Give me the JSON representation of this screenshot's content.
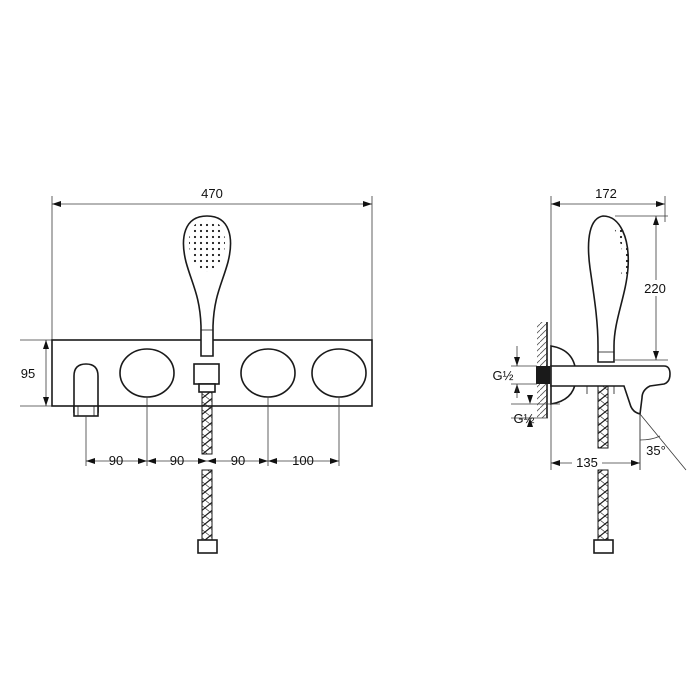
{
  "front_view": {
    "overall_width": "470",
    "height": "95",
    "spacing_1": "90",
    "spacing_2": "90",
    "spacing_3": "90",
    "spacing_4": "100"
  },
  "side_view": {
    "depth": "172",
    "shower_height": "220",
    "thread_upper": "G½",
    "thread_lower": "G½",
    "projection": "135",
    "angle": "35°"
  }
}
